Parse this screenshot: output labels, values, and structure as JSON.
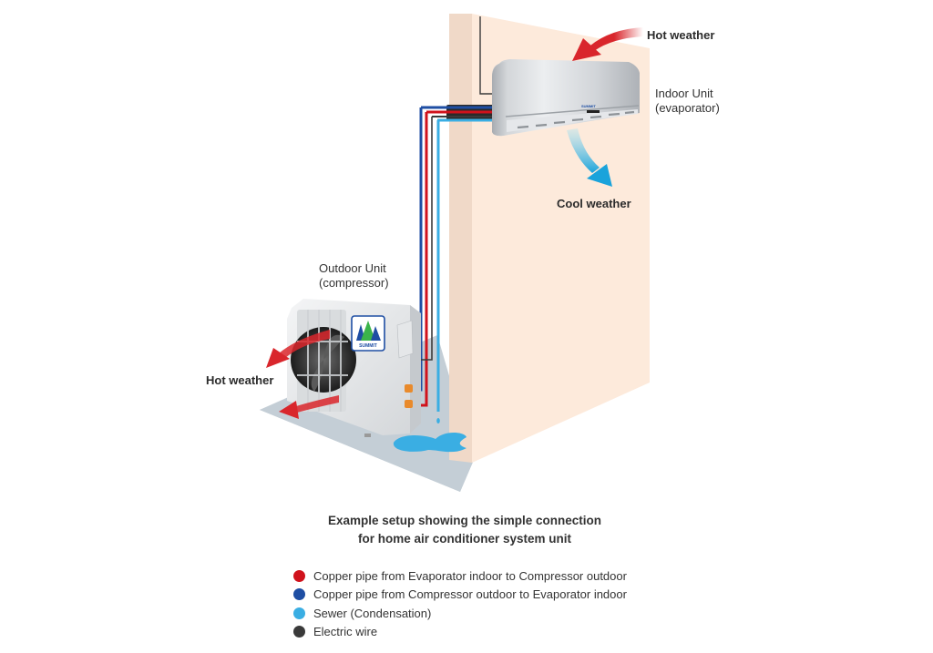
{
  "labels": {
    "hot_weather_top": "Hot weather",
    "indoor_unit_line1": "Indoor Unit",
    "indoor_unit_line2": "(evaporator)",
    "cool_weather": "Cool weather",
    "outdoor_unit_line1": "Outdoor Unit",
    "outdoor_unit_line2": "(compressor)",
    "hot_weather_left": "Hot weather"
  },
  "brand": {
    "outdoor_logo_text": "SUMMIT",
    "indoor_logo_text": "SUMMIT"
  },
  "caption": {
    "line1": "Example setup showing the simple connection",
    "line2": "for home air conditioner system unit"
  },
  "legend": [
    {
      "label": "Copper pipe from Evaporator indoor to Compressor outdoor",
      "color": "#d0121c"
    },
    {
      "label": "Copper pipe from Compressor outdoor to Evaporator indoor",
      "color": "#1e4ea3"
    },
    {
      "label": "Sewer (Condensation)",
      "color": "#3aaee3"
    },
    {
      "label": "Electric wire",
      "color": "#3a3a3a"
    }
  ],
  "colors": {
    "wall_face": "#fdeadb",
    "wall_side": "#f0d9c8",
    "floor": "#c4ced6",
    "hot_arrow": "#d9262c",
    "cool_arrow": "#1aa3db",
    "water": "#3aaee3",
    "valve": "#e98a2b"
  }
}
